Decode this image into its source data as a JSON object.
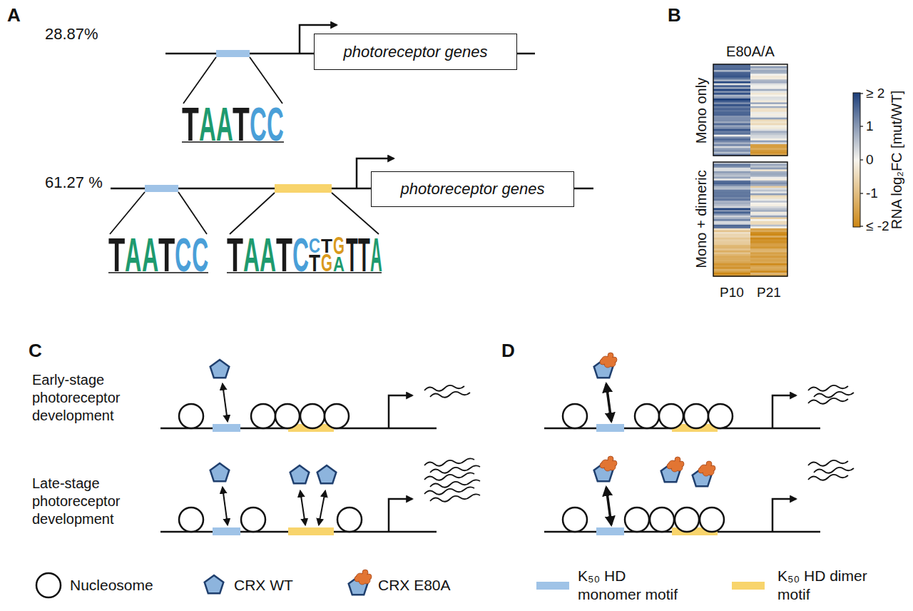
{
  "diagram": {
    "nodes": [
      {
        "text": [
          "photoreceptor genes"
        ]
      },
      {
        "text": [
          "photoreceptor genes"
        ]
      }
    ],
    "labels": [
      "A",
      "28.87%",
      "61.27 %",
      "B",
      "E80A/A",
      "Mono only",
      "Mono + dimeric",
      "P10",
      "P21",
      "≥ 2",
      "1",
      "0",
      "-1",
      "≤ -2",
      "RNA log₂FC [mut/WT]",
      "C",
      "Early-stage photoreceptor development",
      "Late-stage photoreceptor development",
      "D",
      "T",
      "A",
      "A",
      "T",
      "C",
      "C",
      "T",
      "A",
      "A",
      "T",
      "C",
      "C",
      "T",
      "A",
      "A",
      "T",
      "C",
      "C",
      "T",
      "T",
      "G",
      "G",
      "A",
      "T",
      "T",
      "A"
    ],
    "legend": [
      {
        "text": "Nucleosome"
      },
      {
        "text": "CRX WT"
      },
      {
        "text": "CRX E80A"
      },
      {
        "text": "K₅₀ HD monomer motif",
        "color": "#9fc3e7"
      },
      {
        "text": "K₅₀ HD dimer motif",
        "color": "#f8d46c"
      }
    ]
  }
}
